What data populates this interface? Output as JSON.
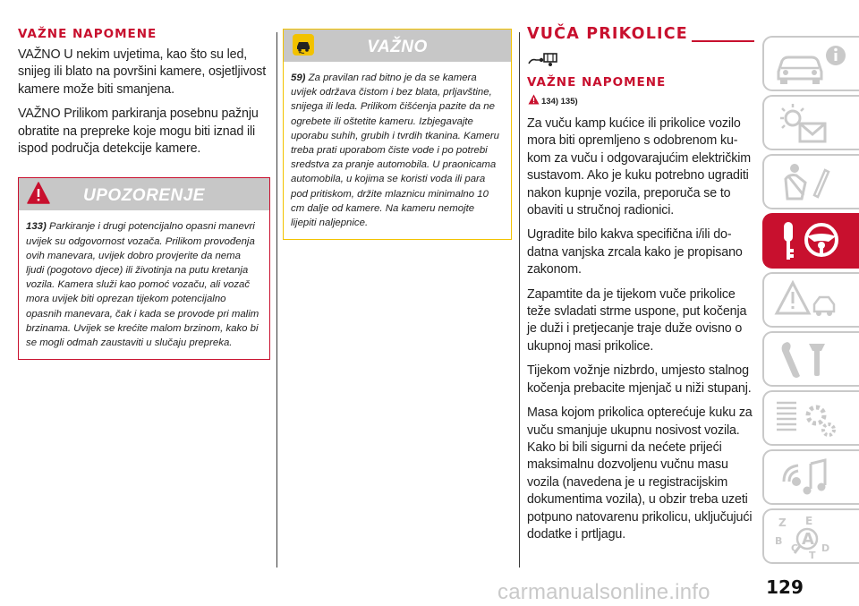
{
  "left": {
    "title": "VAŽNE NAPOMENE",
    "p1": "VAŽNO U nekim uvjetima, kao što su led, snijeg ili blato na površini kamere, osjetljivost kamere može biti smanjena.",
    "p2": "VAŽNO Prilikom parkiranja posebnu pažnju obratite na prepreke koje mogu biti iznad ili ispod područja detekcije kamere.",
    "warning": {
      "title": "UPOZORENJE",
      "ref": "133)",
      "text": "Parkiranje i drugi potencijalno opasni manevri uvijek su odgovornost vozača. Prilikom provođenja ovih manevara, uvijek dobro provjerite da nema ljudi (pogotovo djece) ili životinja na putu kretanja vozila. Kamera služi kao pomoć vozaču, ali vozač mora uvijek biti oprezan tijekom potencijalno opasnih manevara, čak i kada se provode pri malim brzinama. Uvijek se krećite malom brzinom, kako bi se mogli odmah zaustaviti u slučaju prepreka."
    }
  },
  "middle": {
    "important": {
      "title": "VAŽNO",
      "ref": "59)",
      "text": "Za pravilan rad bitno je da se kamera uvijek održava čistom i bez blata, prljavštine, snijega ili leda. Prilikom čišćenja pazite da ne ogrebete ili oštetite kameru. Izbjegavajte uporabu suhih, grubih i tvrdih tkanina. Kameru treba prati uporabom čiste vode i po potrebi sredstva za pranje automobila. U praonicama automobila, u kojima se koristi voda ili para pod pritiskom, držite mlaznicu minimalno 10 cm dalje od kamere. Na kameru nemojte lijepiti naljepnice."
    }
  },
  "right": {
    "heading": "VUČA PRIKOLICE",
    "subheading": "VAŽNE NAPOMENE",
    "refs": "134) 135)",
    "p1": "Za vuču kamp kućice ili prikolice vozilo mora biti opremljeno s odobrenom ku­kom za vuču i odgovarajućim električkim sustavom. Ako je kuku potrebno ugraditi nakon kupnje vozila, preporuča se to obaviti u stručnoj radionici.",
    "p2": "Ugradite bilo kakva specifična i/ili do­datna vanjska zrcala kako je propisano zakonom.",
    "p3": "Zapamtite da je tijekom vuče prikolice teže svladati strme uspone, put kočenja je duži i pretjecanje traje duže ovisno o ukupnoj masi prikolice.",
    "p4": "Tijekom vožnje nizbrdo, umjesto stalnog kočenja prebacite mjenjač u niži stupanj.",
    "p5": "Masa kojom prikolica opterećuje kuku za vuču smanjuje ukupnu nosivost vo­zila. Kako bi bili sigurni da nećete prijeći maksimalnu dozvoljenu vučnu masu vozila (navedena je u registracijskim dokumentima vozila), u obzir treba uzeti potpuno natovarenu prikolicu, uključuju­ći dodatke i prtljagu."
  },
  "page_number": "129",
  "watermark": "carmanualsonline.info",
  "colors": {
    "accent": "#c8102e",
    "important_border": "#f2c200",
    "callout_head": "#c7c7c7"
  },
  "tabs": [
    {
      "icon": "car-info-icon",
      "active": false
    },
    {
      "icon": "warning-lights-icon",
      "active": false
    },
    {
      "icon": "airbag-seatbelt-icon",
      "active": false
    },
    {
      "icon": "key-steering-wheel-icon",
      "active": true
    },
    {
      "icon": "breakdown-triangle-icon",
      "active": false
    },
    {
      "icon": "wrench-maintenance-icon",
      "active": false
    },
    {
      "icon": "technical-data-gears-icon",
      "active": false
    },
    {
      "icon": "multimedia-icon",
      "active": false
    },
    {
      "icon": "alphabetical-index-icon",
      "active": false
    }
  ]
}
